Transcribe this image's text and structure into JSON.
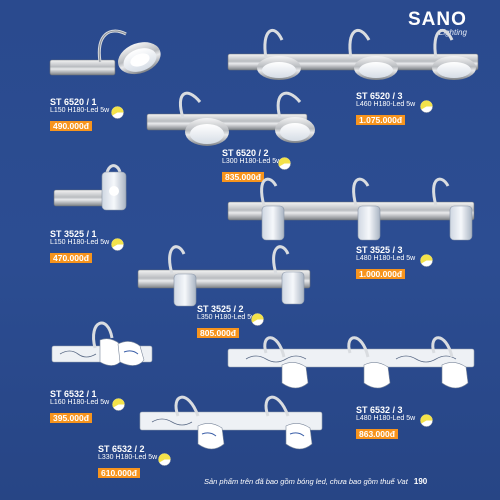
{
  "brand": {
    "name": "SANO",
    "sub": "Lighting"
  },
  "products": [
    {
      "model": "ST 6520 / 1",
      "spec": "L150 H180-Led 5w",
      "price": "490.000đ"
    },
    {
      "model": "ST 6520 / 3",
      "spec": "L460 H180-Led 5w",
      "price": "1.075.000đ"
    },
    {
      "model": "ST 6520 / 2",
      "spec": "L300 H180-Led 5w",
      "price": "835.000đ"
    },
    {
      "model": "ST 3525 / 1",
      "spec": "L150 H180-Led 5w",
      "price": "470.000đ"
    },
    {
      "model": "ST 3525 / 3",
      "spec": "L480 H180-Led 5w",
      "price": "1.000.000đ"
    },
    {
      "model": "ST 3525 / 2",
      "spec": "L350 H180-Led 5w",
      "price": "805.000đ"
    },
    {
      "model": "ST 6532 / 1",
      "spec": "L160 H180-Led 5w",
      "price": "395.000đ"
    },
    {
      "model": "ST 6532 / 3",
      "spec": "L480 H180-Led 5w",
      "price": "863.000đ"
    },
    {
      "model": "ST 6532 / 2",
      "spec": "L330 H180-Led 5w",
      "price": "610.000đ"
    }
  ],
  "footer": {
    "note": "Sản phẩm trên đã bao gồm bóng led, chưa bao gồm thuế Vat",
    "page": "190"
  },
  "icons": {
    "lamp": "wall-lamp-icon",
    "led": "led-badge-icon"
  },
  "colors": {
    "background": "#2a4a8e",
    "price": "#f7941d",
    "led": "#f3e24a"
  }
}
